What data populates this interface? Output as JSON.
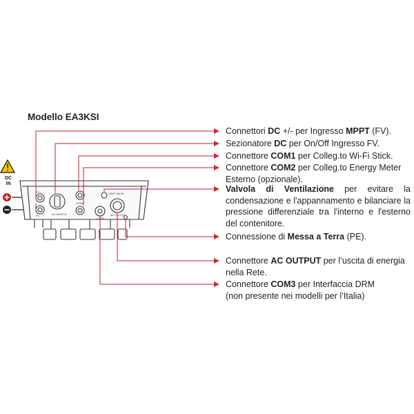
{
  "title": "Modello EA3KSI",
  "dc_in": {
    "line1": "DC",
    "line2": "IN"
  },
  "device_labels": {
    "vent_valve": "VENT VALVE",
    "dc_switch": "DC SWITCH",
    "com2": "COM2",
    "ac_output": "AC OUTPUT",
    "com3": "COM3",
    "pv_plus": "PV+",
    "pv_minus": "PV-"
  },
  "callouts": [
    {
      "id": "dc",
      "parts": [
        [
          "Connettori ",
          false
        ],
        [
          "DC",
          true
        ],
        [
          " +/- per Ingresso ",
          false
        ],
        [
          "MPPT",
          true
        ],
        [
          " (FV).",
          false
        ]
      ]
    },
    {
      "id": "switch",
      "parts": [
        [
          "Sezionatore ",
          false
        ],
        [
          "DC",
          true
        ],
        [
          " per On/Off Ingresso FV.",
          false
        ]
      ]
    },
    {
      "id": "com1",
      "parts": [
        [
          "Connettore ",
          false
        ],
        [
          "COM1",
          true
        ],
        [
          " per Colleg.to Wi-Fi Stick.",
          false
        ]
      ]
    },
    {
      "id": "com2",
      "parts": [
        [
          "Connettore ",
          false
        ],
        [
          "COM2",
          true
        ],
        [
          " per Colleg.to Energy Meter",
          false
        ]
      ],
      "line2": "Esterno (opzionale)."
    },
    {
      "id": "vent",
      "parts": [
        [
          "Valvola di Ventilazione",
          true
        ],
        [
          " per evitare la condensazione e l'appannamento e bilanciare la pressione differenziale tra l'interno e l'esterno del contenitore.",
          false
        ]
      ]
    },
    {
      "id": "pe",
      "parts": [
        [
          "Connessione di ",
          false
        ],
        [
          "Messa a Terra",
          true
        ],
        [
          " (PE).",
          false
        ]
      ]
    },
    {
      "id": "ac",
      "parts": [
        [
          "Connettore ",
          false
        ],
        [
          "AC OUTPUT",
          true
        ],
        [
          " per l’uscita di energia",
          false
        ]
      ],
      "line2": "nella Rete."
    },
    {
      "id": "com3",
      "parts": [
        [
          "Connettore ",
          false
        ],
        [
          "COM3",
          true
        ],
        [
          " per Interfaccia DRM",
          false
        ]
      ],
      "line2": "(non presente nei modelli per l’Italia)"
    }
  ],
  "colors": {
    "leader": "#c0202a",
    "arrow": "#e02030",
    "warning": "#f5c400",
    "device": "#333333"
  }
}
